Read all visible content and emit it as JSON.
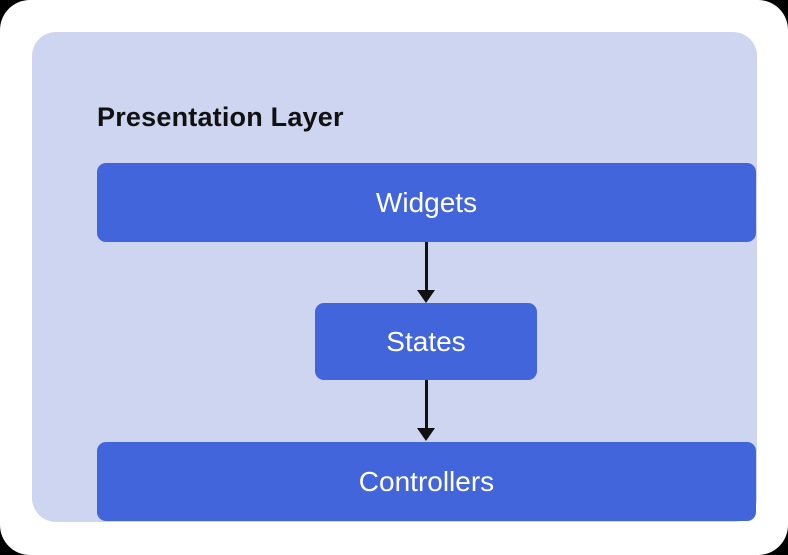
{
  "theme": {
    "page_bg": "#000000",
    "card_bg": "#ffffff",
    "panel_bg": "#cdd5f0",
    "node_bg": "#4365db",
    "node_text": "#ffffff",
    "title_text": "#111111",
    "arrow": "#111111"
  },
  "diagram": {
    "title": "Presentation Layer",
    "nodes": [
      {
        "id": "widgets",
        "label": "Widgets"
      },
      {
        "id": "states",
        "label": "States"
      },
      {
        "id": "controllers",
        "label": "Controllers"
      }
    ],
    "edges": [
      {
        "from": "widgets",
        "to": "states"
      },
      {
        "from": "states",
        "to": "controllers"
      }
    ]
  }
}
